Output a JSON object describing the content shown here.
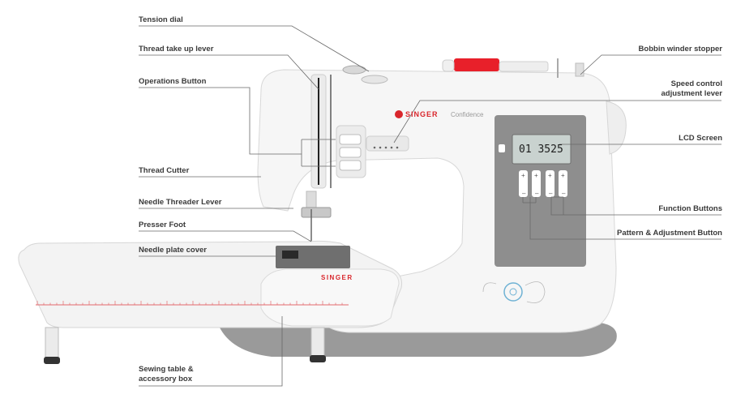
{
  "labels": {
    "tension_dial": "Tension dial",
    "thread_take_up_lever": "Thread take up lever",
    "operations_button": "Operations Button",
    "thread_cutter": "Thread Cutter",
    "needle_threader_lever": "Needle Threader Lever",
    "presser_foot": "Presser Foot",
    "needle_plate_cover": "Needle plate cover",
    "sewing_table_line1": "Sewing table &",
    "sewing_table_line2": "accessory box",
    "bobbin_winder_stopper": "Bobbin winder stopper",
    "speed_control_line1": "Speed control",
    "speed_control_line2": "adjustment lever",
    "lcd_screen": "LCD Screen",
    "function_buttons": "Function Buttons",
    "pattern_adjustment_button": "Pattern & Adjustment Button"
  },
  "machine": {
    "brand": "SINGER",
    "model": "Confidence",
    "table_brand": "SINGER",
    "lcd_main": "01 3525"
  },
  "colors": {
    "body": "#f7f7f7",
    "panel": "#8e8e8e",
    "base": "#9a9a9a",
    "brand_red": "#d9262c",
    "spool_red": "#e8202a",
    "lcd": "#c9d2cf",
    "embroidery": "#6fb2d4"
  }
}
